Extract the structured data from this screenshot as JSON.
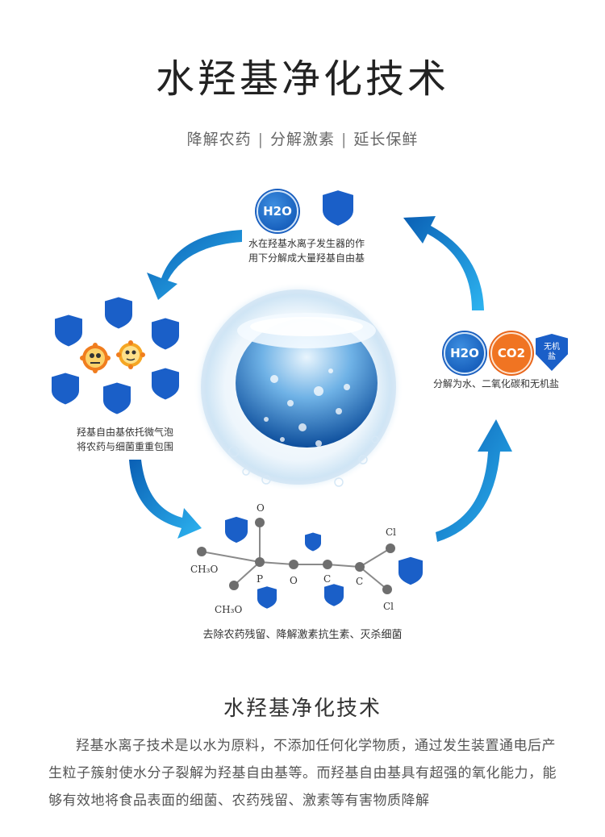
{
  "header": {
    "title": "水羟基净化技术",
    "subtitle_items": [
      "降解农药",
      "分解激素",
      "延长保鲜"
    ],
    "subtitle_separator": "|"
  },
  "diagram": {
    "top_step": {
      "badge_label": "H2O",
      "caption_line1": "水在羟基水离子发生器的作",
      "caption_line2": "用下分解成大量羟基自由基"
    },
    "left_step": {
      "caption_line1": "羟基自由基依托微气泡",
      "caption_line2": "将农药与细菌重重包围"
    },
    "right_step": {
      "badge_h2o": "H2O",
      "badge_co2": "CO2",
      "badge_salt_line1": "无机",
      "badge_salt_line2": "盐",
      "caption": "分解为水、二氧化碳和无机盐"
    },
    "bottom_step": {
      "atoms": {
        "o_top": "O",
        "ch3o_upper": "CH₃O",
        "ch3o_lower": "CH₃O",
        "p": "P",
        "o_mid": "O",
        "c1": "C",
        "c2": "C",
        "cl_top": "Cl",
        "cl_bottom": "Cl"
      },
      "caption": "去除农药残留、降解激素抗生素、灭杀细菌"
    },
    "colors": {
      "shield": "#1a5fc8",
      "arrow": "#1a9be0",
      "atom": "#6e6e6e",
      "virus": "#f07d1e"
    },
    "icons": [
      "shield-icon",
      "virus-icon",
      "water-sphere",
      "curved-arrow-icon"
    ]
  },
  "section": {
    "title": "水羟基净化技术",
    "paragraph": "羟基水离子技术是以水为原料，不添加任何化学物质，通过发生装置通电后产生粒子簇射使水分子裂解为羟基自由基等。而羟基自由基具有超强的氧化能力，能够有效地将食品表面的细菌、农药残留、激素等有害物质降解"
  }
}
